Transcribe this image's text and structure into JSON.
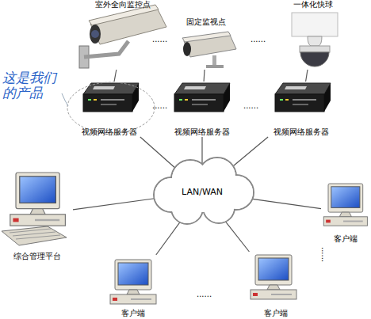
{
  "diagram": {
    "nodes": [
      {
        "text": [
          "室外全向监控点"
        ]
      },
      {
        "text": [
          "固定监视点"
        ]
      },
      {
        "text": [
          "一体化快球"
        ]
      },
      {
        "text": [
          "视频网络服务器"
        ]
      },
      {
        "text": [
          "视频网络服务器"
        ]
      },
      {
        "text": [
          "视频网络服务器"
        ]
      },
      {
        "text": [
          "综合管理平台"
        ]
      },
      {
        "text": [
          "LAN/WAN"
        ]
      },
      {
        "text": [
          "客户端"
        ]
      },
      {
        "text": [
          "客户端"
        ]
      },
      {
        "text": [
          "客户端"
        ]
      }
    ],
    "edges": [
      {
        "from": 0,
        "to": 3,
        "arrow": "none"
      },
      {
        "from": 1,
        "to": 4,
        "arrow": "none"
      },
      {
        "from": 2,
        "to": 5,
        "arrow": "none"
      },
      {
        "from": 3,
        "to": 7,
        "arrow": "none"
      },
      {
        "from": 4,
        "to": 7,
        "arrow": "none"
      },
      {
        "from": 5,
        "to": 7,
        "arrow": "none"
      },
      {
        "from": 7,
        "to": 6,
        "arrow": "none"
      },
      {
        "from": 7,
        "to": 8,
        "arrow": "none"
      },
      {
        "from": 7,
        "to": 9,
        "arrow": "none"
      },
      {
        "from": 7,
        "to": 10,
        "arrow": "none"
      }
    ],
    "labels": [
      "这是我们 的产品",
      "......",
      "......",
      "......",
      "......",
      "......",
      "......"
    ]
  }
}
